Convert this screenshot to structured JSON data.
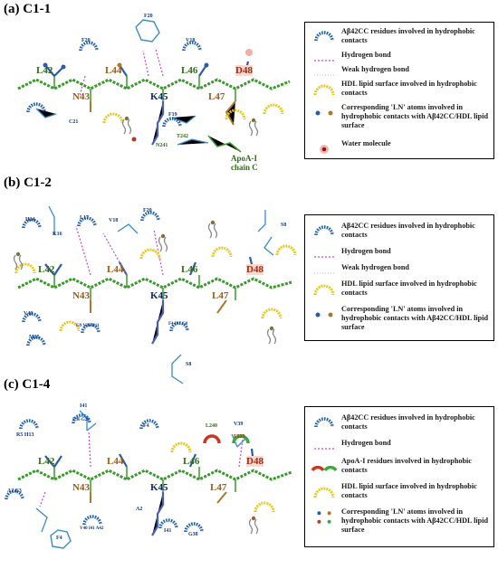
{
  "panels": [
    {
      "title": "(a) C1-1",
      "residues": [
        "L42",
        "N43",
        "L44",
        "K45",
        "L46",
        "L47",
        "D48"
      ],
      "hydrophobic_residues": [
        "F20",
        "V18",
        "F20",
        "C21",
        "F19",
        "T242",
        "N241"
      ],
      "partner": "ApoA-I\nchain C",
      "legend": [
        {
          "text": "Aβ42CC residues involved in hydrophobic contacts"
        },
        {
          "text": "Hydrogen bond"
        },
        {
          "text": "Weak hydrogen bond"
        },
        {
          "text": "HDL lipid surface involved in hydrophobic contacts"
        },
        {
          "text": "Corresponding 'LN' atoms involved in hydrophobic contacts with Aβ42CC/HDL lipid surface"
        },
        {
          "text": "Water molecule"
        }
      ]
    },
    {
      "title": "(b) C1-2",
      "residues": [
        "L42",
        "N43",
        "L44",
        "K45",
        "L46",
        "L47",
        "D48"
      ],
      "hydrophobic_residues": [
        "H14",
        "L17",
        "K16",
        "V18",
        "F20",
        "S8",
        "V40",
        "M35",
        "G9 V36 E11",
        "F4 I41 G8",
        "S8"
      ],
      "legend": [
        {
          "text": "Aβ42CC residues involved in hydrophobic contacts"
        },
        {
          "text": "Hydrogen bond"
        },
        {
          "text": "Weak hydrogen bond"
        },
        {
          "text": "HDL lipid surface involved in hydrophobic contacts"
        },
        {
          "text": "Corresponding 'LN' atoms involved in hydrophobic contacts with Aβ42CC/HDL lipid surface"
        }
      ]
    },
    {
      "title": "(c) C1-4",
      "residues": [
        "L42",
        "N43",
        "L44",
        "K45",
        "L46",
        "L47",
        "D48"
      ],
      "hydrophobic_residues": [
        "I41",
        "V39",
        "V36 G29",
        "R5 H13",
        "F4",
        "L240",
        "F225",
        "A2 E3",
        "V40 I41 A42",
        "A2",
        "I41",
        "G38",
        "F4"
      ],
      "legend": [
        {
          "text": "Aβ42CC residues involved in hydrophobic contacts"
        },
        {
          "text": "Hydrogen bond"
        },
        {
          "text": "ApoA-I residues involved in hydrophobic contacts"
        },
        {
          "text": "HDL lipid surface involved in hydrophobic contacts"
        },
        {
          "text": "Corresponding 'LN' atoms involved in hydrophobic contacts with Aβ42CC/HDL lipid surface"
        }
      ]
    }
  ]
}
